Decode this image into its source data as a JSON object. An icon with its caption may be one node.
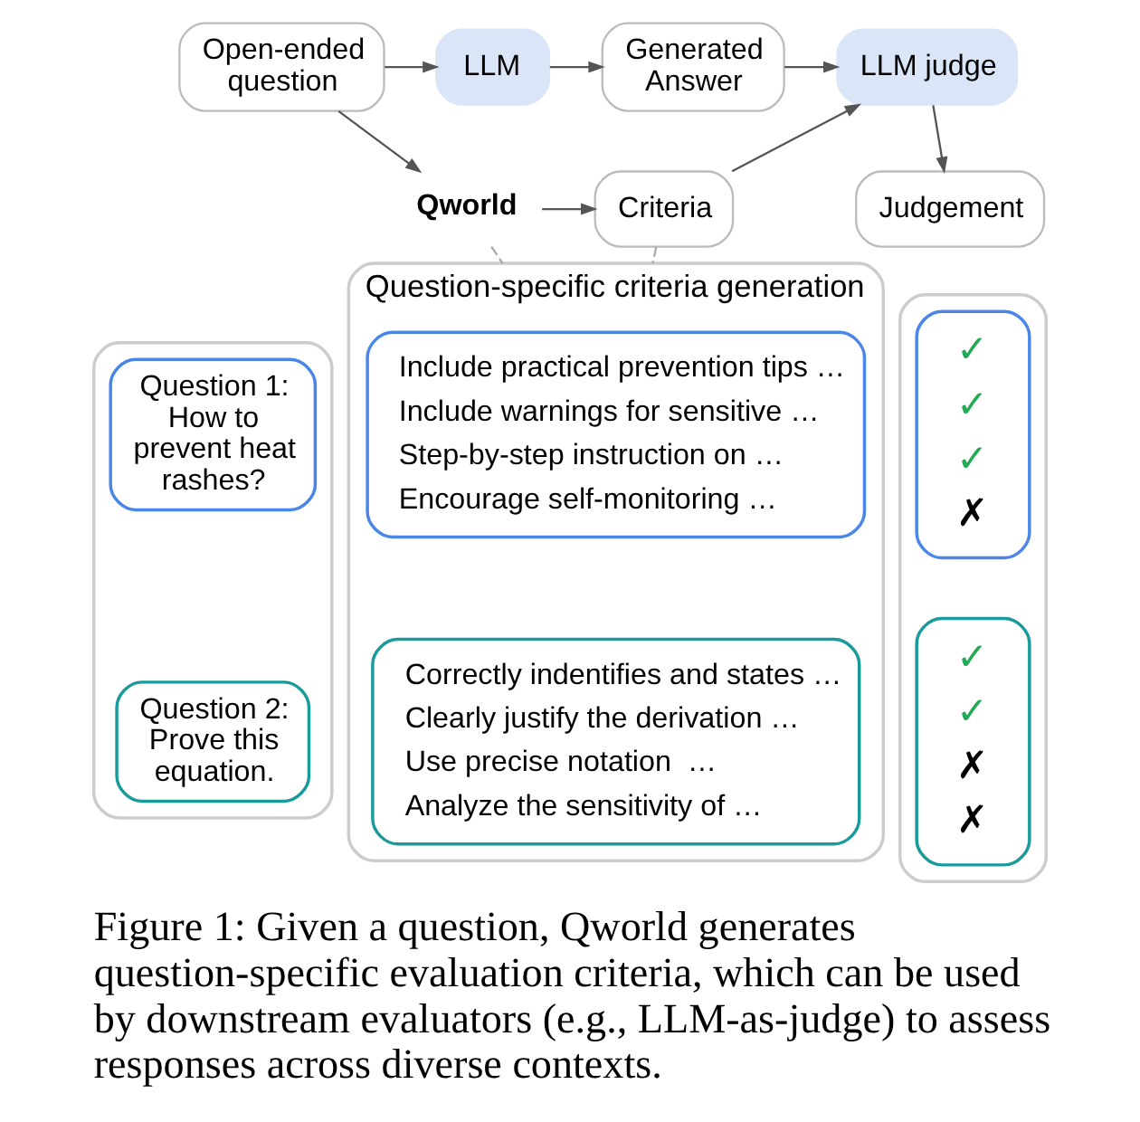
{
  "diagram": {
    "caption": "Figure 1: Given a question, Qworld generates question-specific evaluation criteria, which can be used by downstream evaluators (e.g., LLM-as-judge) to assess responses across diverse contexts.",
    "nodes": [
      {
        "text": [
          "Open-ended question"
        ]
      },
      {
        "text": [
          "LLM"
        ]
      },
      {
        "text": [
          "Generated Answer"
        ]
      },
      {
        "text": [
          "LLM judge"
        ]
      },
      {
        "text": [
          "Qworld"
        ]
      },
      {
        "text": [
          "Criteria"
        ]
      },
      {
        "text": [
          "Judgement"
        ]
      },
      {
        "text": [],
        "shape": "box"
      },
      {
        "text": [
          "Question 1: How to prevent heat rashes?"
        ],
        "in": 7
      },
      {
        "text": [
          "Question 2: Prove this equation."
        ],
        "in": 7
      },
      {
        "text": [
          "Question-specific criteria generation"
        ]
      },
      {
        "text": [
          "Include practical prevention tips …",
          "Include warnings for sensitive …",
          "Step-by-step instruction on …",
          "Encourage self-monitoring …"
        ],
        "in": 10
      },
      {
        "text": [
          "Correctly indentifies and states …",
          "Clearly justify the derivation …",
          "Use precise notation  …",
          "Analyze the sensitivity of …"
        ],
        "in": 10
      },
      {
        "text": [],
        "shape": "box"
      },
      {
        "text": [
          "✓",
          "✓",
          "✓",
          "✗"
        ],
        "in": 13
      },
      {
        "text": [
          "✓",
          "✓",
          "✗",
          "✗"
        ],
        "in": 13
      }
    ],
    "edges": [
      {
        "from": 0,
        "to": 1,
        "arrow": "to"
      },
      {
        "from": 1,
        "to": 2,
        "arrow": "to"
      },
      {
        "from": 2,
        "to": 3,
        "arrow": "to"
      },
      {
        "from": 0,
        "to": 4,
        "arrow": "to"
      },
      {
        "from": 4,
        "to": 5,
        "arrow": "to"
      },
      {
        "from": 5,
        "to": 3,
        "arrow": "to"
      },
      {
        "from": 3,
        "to": 6,
        "arrow": "to"
      },
      {
        "from": 4,
        "to": 10,
        "arrow": "none",
        "style": "dashed",
        "color": "#aaaaaa"
      },
      {
        "from": 5,
        "to": 10,
        "arrow": "none",
        "style": "dashed",
        "color": "#aaaaaa"
      }
    ]
  }
}
